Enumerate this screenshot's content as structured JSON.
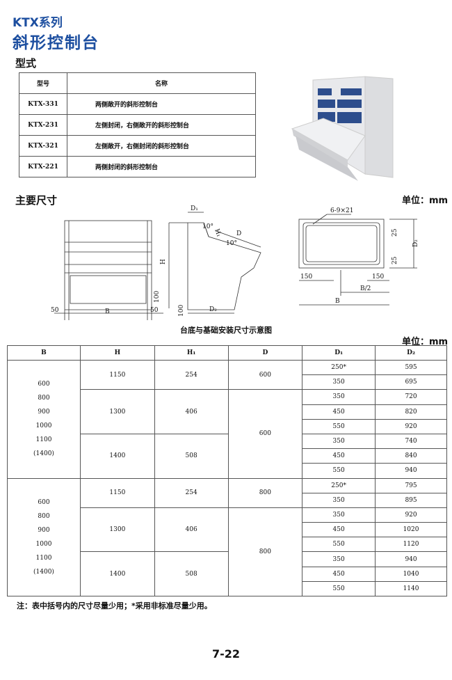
{
  "header": {
    "series": "KTX系列",
    "title": "斜形控制台"
  },
  "models": {
    "heading": "型式",
    "columns": [
      "型号",
      "名称"
    ],
    "rows": [
      {
        "model": "KTX-331",
        "name": "两侧敞开的斜形控制台"
      },
      {
        "model": "KTX-231",
        "name": "左侧封闭，右侧敞开的斜形控制台"
      },
      {
        "model": "KTX-321",
        "name": "左侧敞开，右侧封闭的斜形控制台"
      },
      {
        "model": "KTX-221",
        "name": "两侧封闭的斜形控制台"
      }
    ]
  },
  "dimensions": {
    "heading": "主要尺寸",
    "unit": "单位：mm",
    "caption": "台底与基础安装尺寸示意图",
    "front_labels": {
      "b": "B",
      "left": "50",
      "right": "50",
      "base": "100"
    },
    "side_labels": {
      "d1": "D₁",
      "h1": "H₁",
      "d": "D",
      "angle1": "10°",
      "angle2": "10°",
      "h": "H",
      "base": "100",
      "d2": "D₂"
    },
    "plan_labels": {
      "holes": "6-9×21",
      "top": "25",
      "bottom": "25",
      "d2": "D₂",
      "left": "150",
      "right": "150",
      "half": "B/2",
      "b": "B"
    }
  },
  "table": {
    "unit": "单位：mm",
    "columns": [
      "B",
      "H",
      "H₁",
      "D",
      "D₁",
      "D₂"
    ],
    "groups": [
      {
        "b": [
          "600",
          "800",
          "900",
          "1000",
          "1100",
          "(1400)"
        ],
        "blocks": [
          {
            "h": "1150",
            "h1": "254",
            "d": "600",
            "rows": [
              [
                "250*",
                "595"
              ],
              [
                "350",
                "695"
              ]
            ]
          },
          {
            "h": "1300",
            "h1": "406",
            "d": "600",
            "rows": [
              [
                "350",
                "720"
              ],
              [
                "450",
                "820"
              ],
              [
                "550",
                "920"
              ]
            ]
          },
          {
            "h": "1400",
            "h1": "508",
            "d": "",
            "rows": [
              [
                "350",
                "740"
              ],
              [
                "450",
                "840"
              ],
              [
                "550",
                "940"
              ]
            ]
          }
        ]
      },
      {
        "b": [
          "600",
          "800",
          "900",
          "1000",
          "1100",
          "(1400)"
        ],
        "blocks": [
          {
            "h": "1150",
            "h1": "254",
            "d": "800",
            "rows": [
              [
                "250*",
                "795"
              ],
              [
                "350",
                "895"
              ]
            ]
          },
          {
            "h": "1300",
            "h1": "406",
            "d": "800",
            "rows": [
              [
                "350",
                "920"
              ],
              [
                "450",
                "1020"
              ],
              [
                "550",
                "1120"
              ]
            ]
          },
          {
            "h": "1400",
            "h1": "508",
            "d": "",
            "rows": [
              [
                "350",
                "940"
              ],
              [
                "450",
                "1040"
              ],
              [
                "550",
                "1140"
              ]
            ]
          }
        ]
      }
    ]
  },
  "note": "注：表中括号内的尺寸尽量少用；*采用非标准尽量少用。",
  "page_number": "7-22"
}
